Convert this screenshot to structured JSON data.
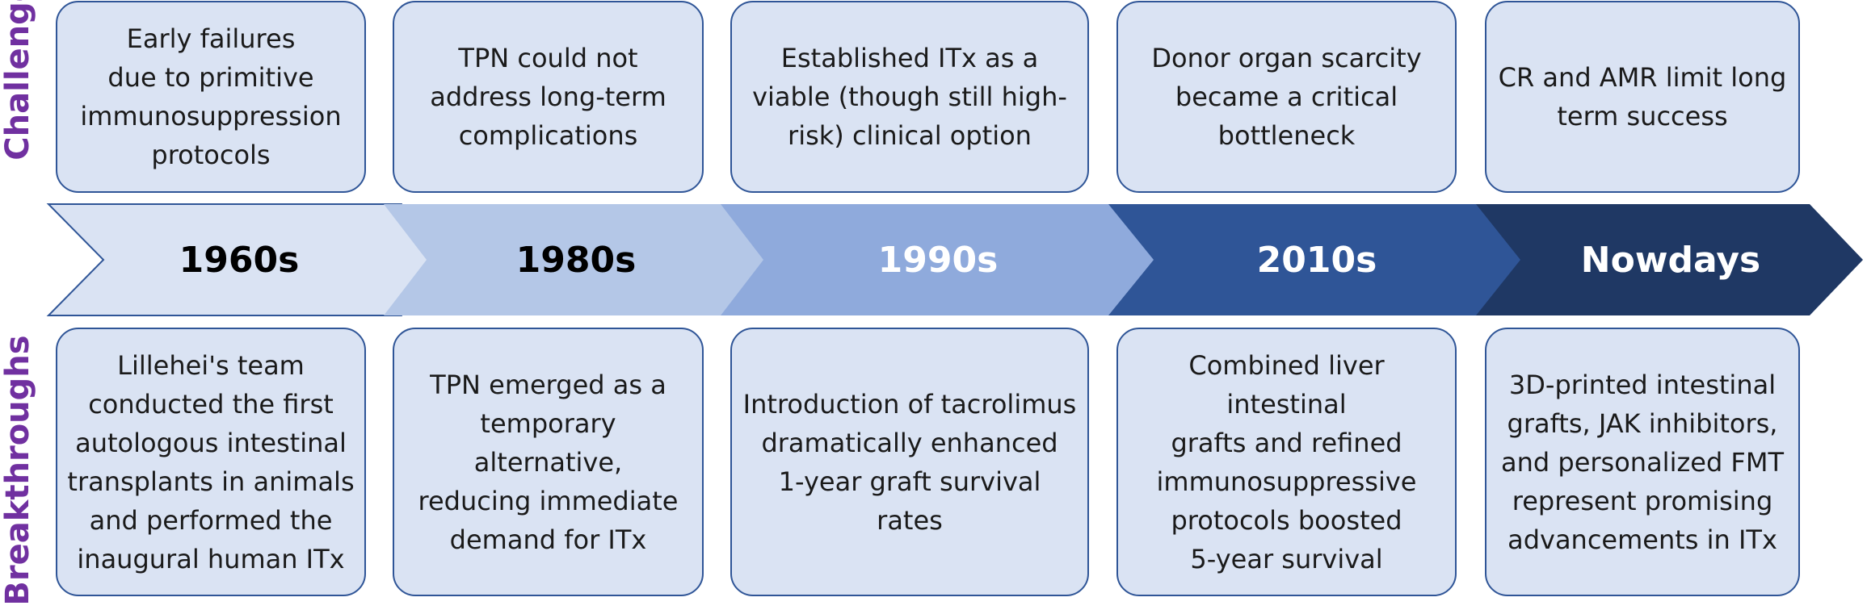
{
  "labels": {
    "challenges": "Challenges",
    "breakthroughs": "Breakthroughs"
  },
  "colors": {
    "label": "#7030a0",
    "box_fill": "#dae3f3",
    "box_border": "#2f5597",
    "arrow_fills": [
      "#dae3f3",
      "#b4c7e7",
      "#8faadc",
      "#2f5597",
      "#1f3864"
    ],
    "arrow_text": [
      "#000000",
      "#000000",
      "#ffffff",
      "#ffffff",
      "#ffffff"
    ]
  },
  "eras": [
    "1960s",
    "1980s",
    "1990s",
    "2010s",
    "Nowdays"
  ],
  "challenges": [
    "Early failures\ndue to primitive\nimmunosuppression\nprotocols",
    "TPN could not\naddress long-term\ncomplications",
    "Established ITx as a\nviable (though still high-\nrisk) clinical option",
    "Donor organ scarcity\nbecame a critical\nbottleneck",
    "CR and AMR limit long\nterm success"
  ],
  "breakthroughs": [
    "Lillehei's team\nconducted the first\nautologous intestinal\ntransplants in animals\nand performed the\ninaugural human ITx",
    "TPN emerged as a\ntemporary alternative,\nreducing immediate\ndemand for ITx",
    "Introduction of tacrolimus\ndramatically enhanced\n1-year graft survival rates",
    "Combined liver intestinal\ngrafts and refined\nimmunosuppressive\nprotocols boosted\n5-year survival",
    "3D-printed intestinal\ngrafts, JAK inhibitors,\nand personalized FMT\nrepresent promising\nadvancements in ITx"
  ]
}
